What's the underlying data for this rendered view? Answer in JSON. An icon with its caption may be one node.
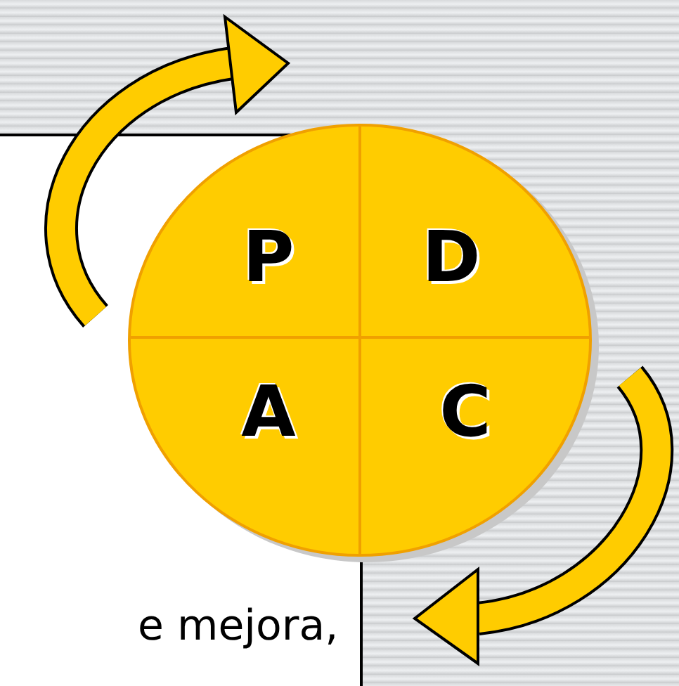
{
  "diagram": {
    "nodes": [
      {
        "text": [],
        "shape": "circle"
      },
      {
        "text": [
          "P"
        ],
        "in": 0
      },
      {
        "text": [
          "D"
        ],
        "in": 0
      },
      {
        "text": [
          "A"
        ],
        "in": 0
      },
      {
        "text": [
          "C"
        ],
        "in": 0
      }
    ],
    "labels": [
      "e mejora,"
    ]
  }
}
